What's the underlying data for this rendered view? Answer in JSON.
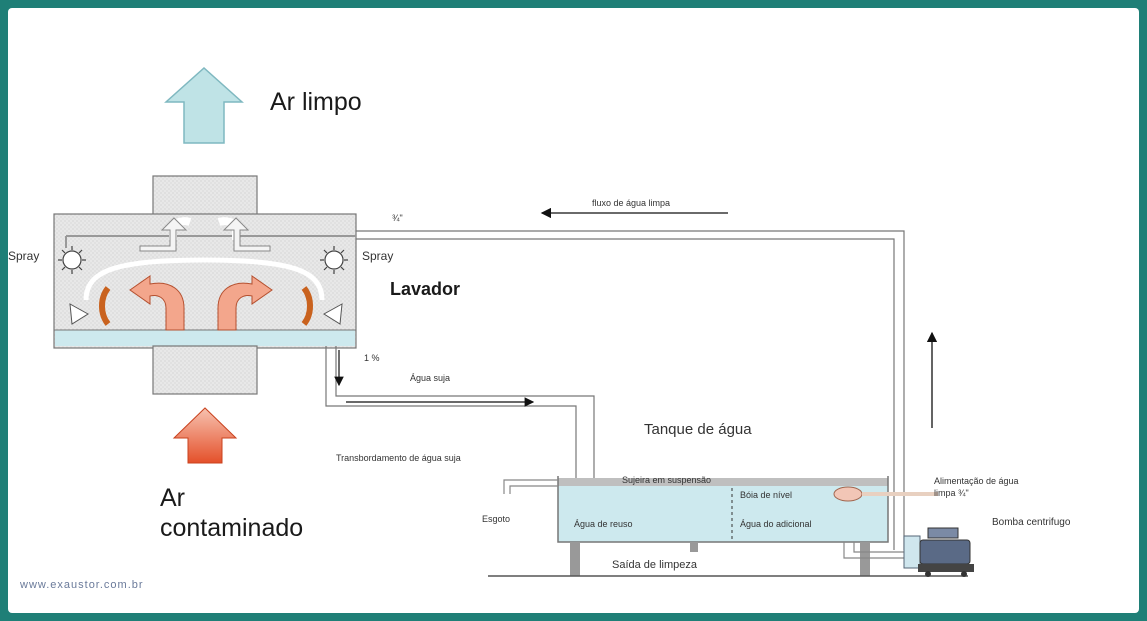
{
  "diagram": {
    "labels": {
      "clean_air": "Ar limpo",
      "contaminated_air_line1": "Ar",
      "contaminated_air_line2": "contaminado",
      "spray_left": "Spray",
      "spray_right": "Spray",
      "scrubber": "Lavador",
      "pipe_size_top": "¾\"",
      "clean_water_flow": "fluxo de água limpa",
      "dirty_water_pct": "1 %",
      "dirty_water": "Água suja",
      "water_tank": "Tanque de água",
      "dirty_overflow": "Transbordamento de água suja",
      "suspended_dirt": "Sujeira em suspensão",
      "level_float": "Bóia de nível",
      "clean_water_feed_line1": "Alimentação de água",
      "clean_water_feed_line2": "limpa ¾\"",
      "sewer": "Esgoto",
      "reuse_water": "Água de reuso",
      "added_water": "Água do adicional",
      "centrifugal_pump": "Bomba centrifugo",
      "cleaning_outlet": "Saída de limpeza",
      "website": "www.exaustor.com.br"
    },
    "colors": {
      "clean_air_arrow": "#bfe3e6",
      "dirty_air_arrow": "#e8603a",
      "water": "#cde9ee",
      "scrubber_fill": "#e6e6e6",
      "frame": "#1f7f77"
    }
  }
}
